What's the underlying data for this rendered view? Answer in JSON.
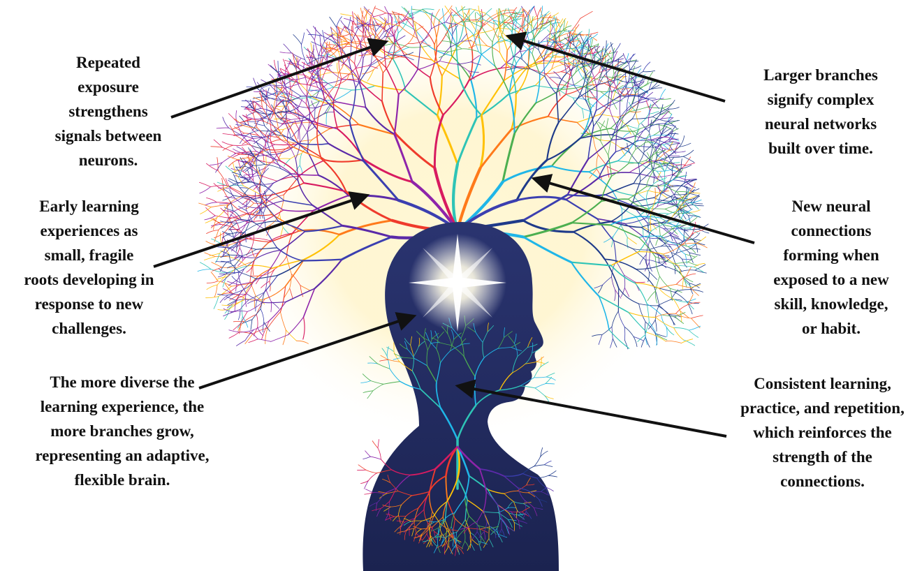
{
  "annotations": {
    "repeated_exposure": [
      "Repeated",
      "exposure",
      "strengthens",
      "signals between",
      "neurons."
    ],
    "larger_branches": [
      "Larger branches",
      "signify complex",
      "neural networks",
      "built over time."
    ],
    "early_learning": [
      "Early learning",
      "experiences as",
      "small, fragile",
      "roots developing in",
      "response to new",
      "challenges."
    ],
    "new_connections": [
      "New neural",
      "connections",
      "forming when",
      "exposed to a new",
      "skill, knowledge,",
      "or habit."
    ],
    "diverse_experience": [
      "The more diverse the",
      "learning experience, the",
      "more branches grow,",
      "representing an adaptive,",
      "flexible brain."
    ],
    "consistent_learning": [
      "Consistent learning,",
      "practice, and repetition,",
      "which reinforces the",
      "strength of the",
      "connections."
    ]
  },
  "colors": {
    "text": "#111111",
    "arrow": "#111111",
    "silhouette": "#1f2a5e",
    "branch_palette": [
      "#1e3a8a",
      "#3b3fb0",
      "#5b2aa8",
      "#8e24aa",
      "#d81b60",
      "#ef3b2c",
      "#ff7a1a",
      "#ffc107",
      "#2ec4b6",
      "#1fb6e8",
      "#4caf50"
    ],
    "glow": "#fff6cf"
  },
  "icons": [
    "neural-tree-illustration",
    "head-silhouette",
    "light-burst-icon"
  ]
}
